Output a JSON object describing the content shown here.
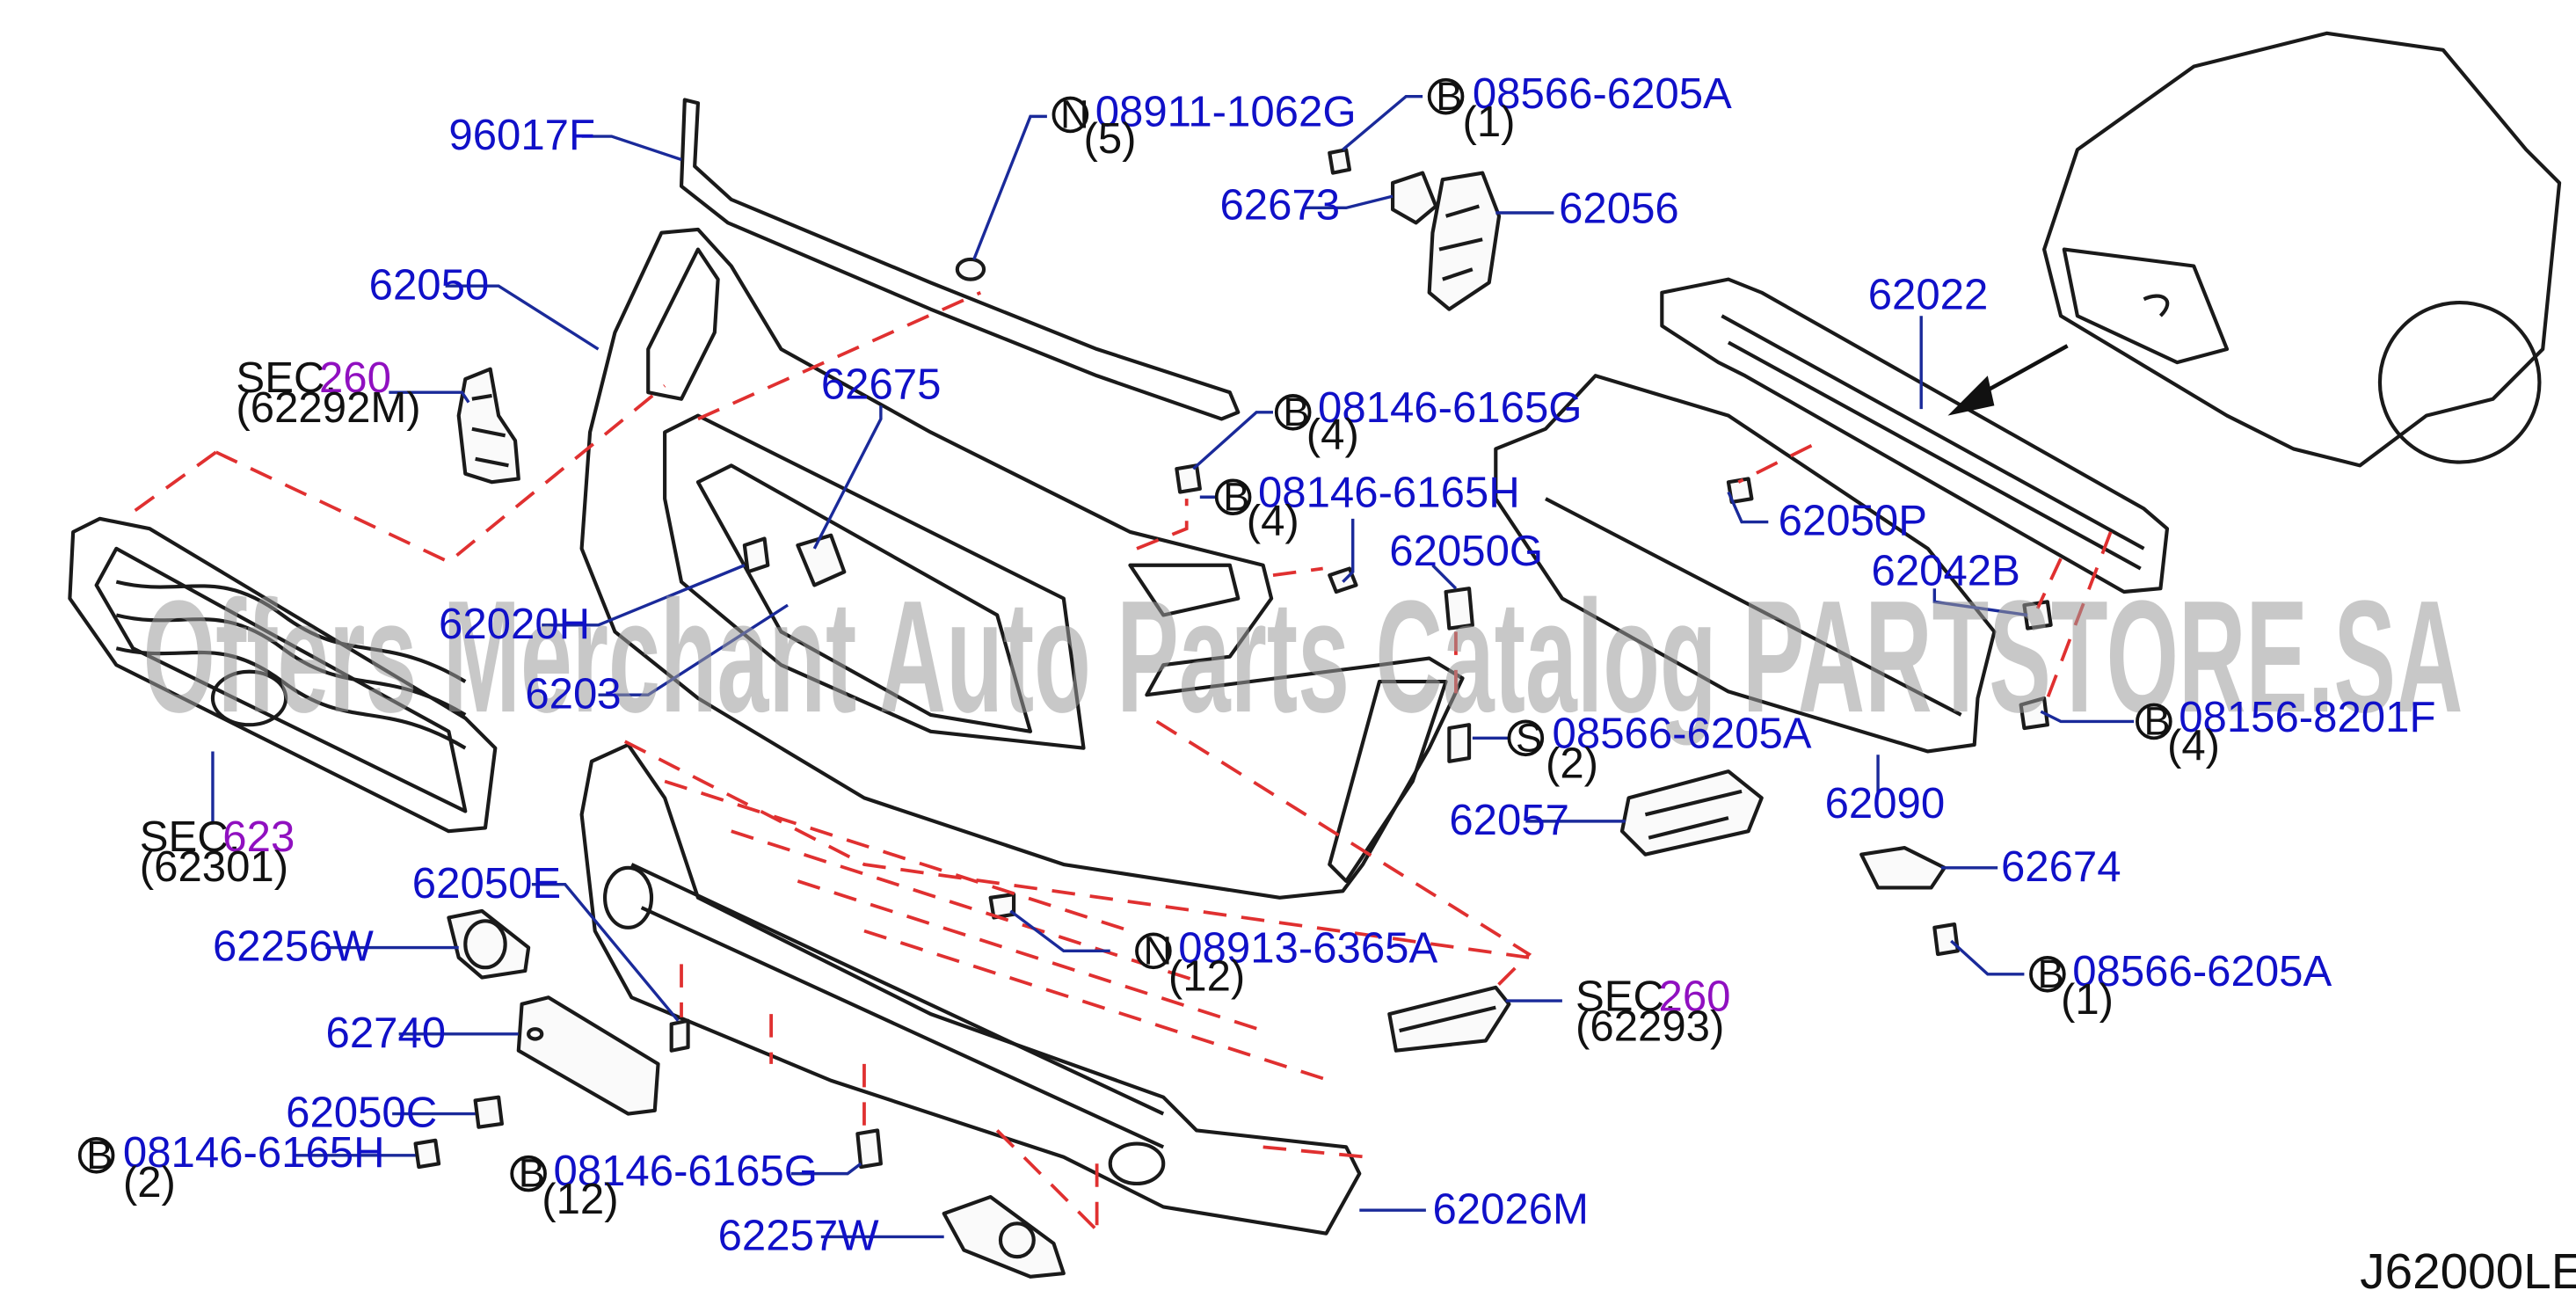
{
  "watermark": "Offers Merchant Auto Parts Catalog PARTSTORE.SA",
  "diagram_code": "J62000LE",
  "labels": {
    "p96017F": "96017F",
    "p62050": "62050",
    "sec260a_sec": "SEC.",
    "sec260a_num": "260",
    "sec260a_sub": "(62292M)",
    "p62675": "62675",
    "p62020H": "62020H",
    "p6203": "6203",
    "sec623_sec": "SEC.",
    "sec623_num": "623",
    "sec623_sub": "(62301)",
    "n08911": "08911-1062G",
    "n08911_qty": "(5)",
    "b08566_top": "08566-6205A",
    "b08566_top_qty": "(1)",
    "p62673": "62673",
    "p62056": "62056",
    "b08146G_top": "08146-6165G",
    "b08146G_top_qty": "(4)",
    "b08146H_top": "08146-6165H",
    "b08146H_top_qty": "(4)",
    "p62050G": "62050G",
    "s08566": "08566-6205A",
    "s08566_qty": "(2)",
    "p62057": "62057",
    "p62022": "62022",
    "p62050P": "62050P",
    "p62042B": "62042B",
    "b08156": "08156-8201F",
    "b08156_qty": "(4)",
    "p62090": "62090",
    "p62674": "62674",
    "b08566_right": "08566-6205A",
    "b08566_right_qty": "(1)",
    "p62050E": "62050E",
    "p62256W": "62256W",
    "n08913": "08913-6365A",
    "n08913_qty": "(12)",
    "sec260b_sec": "SEC.",
    "sec260b_num": "260",
    "sec260b_sub": "(62293)",
    "p62740": "62740",
    "p62050C": "62050C",
    "b08146H_bot": "08146-6165H",
    "b08146H_bot_qty": "(2)",
    "b08146G_bot": "08146-6165G",
    "b08146G_bot_qty": "(12)",
    "p62026M": "62026M",
    "p62257W": "62257W"
  },
  "markers": {
    "n": "N",
    "b": "B",
    "s": "S"
  }
}
